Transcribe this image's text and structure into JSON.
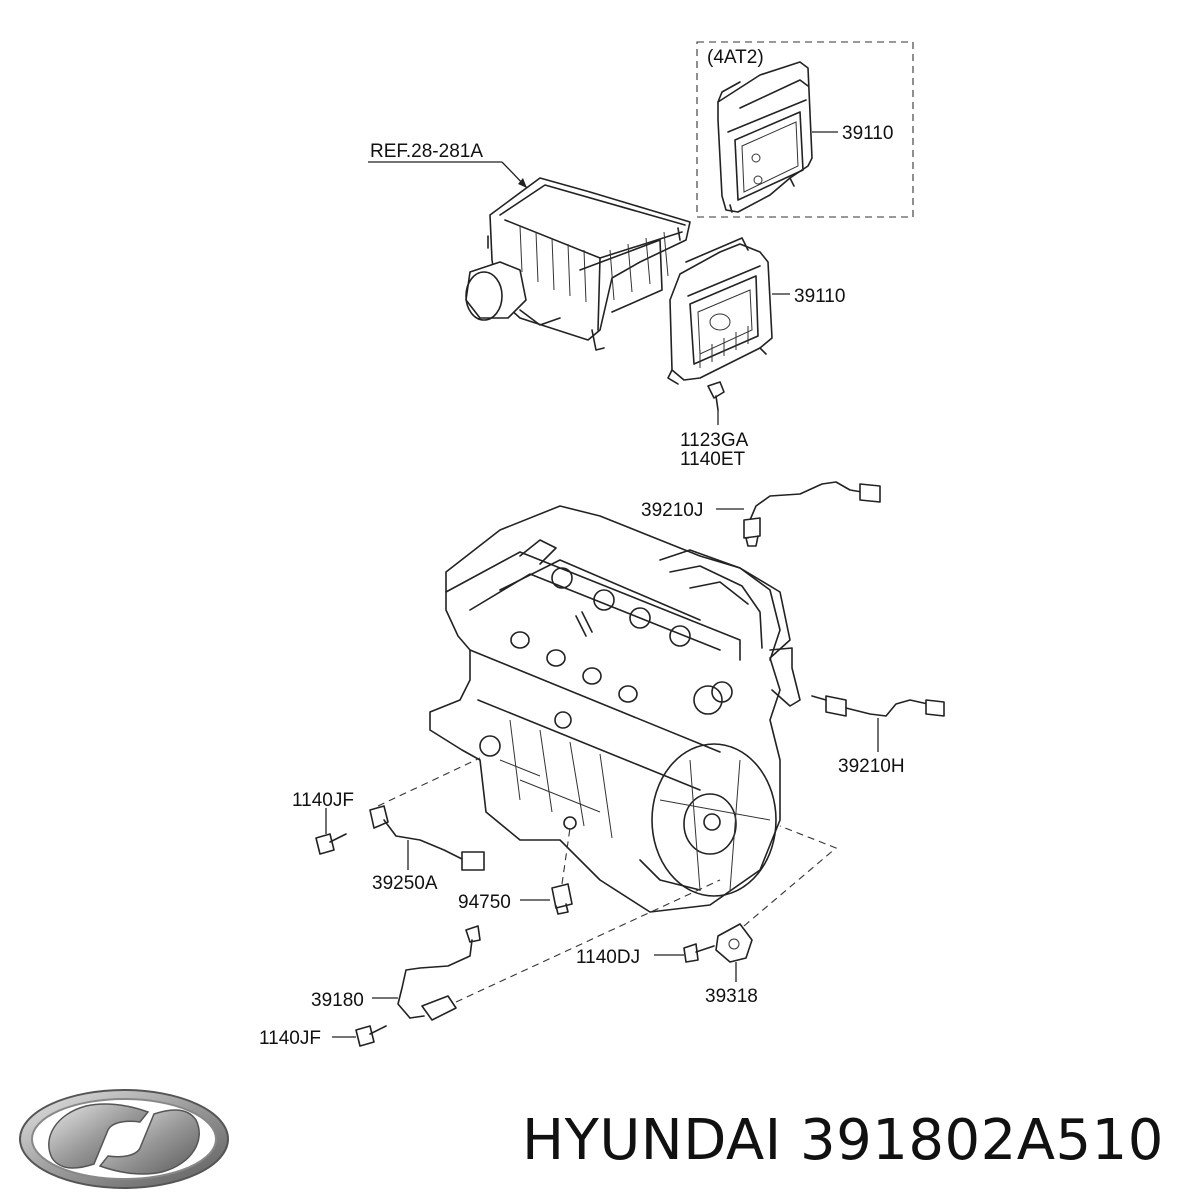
{
  "diagram": {
    "labels": {
      "variant_box": "(4AT2)",
      "ecu_upper": "39110",
      "ecu_lower": "39110",
      "ref_air_cleaner": "REF.28-281A",
      "bolt_1123ga": "1123GA",
      "bolt_1140et": "1140ET",
      "o2_sensor_upper": "39210J",
      "o2_sensor_lower": "39210H",
      "bolt_1140jf_top": "1140JF",
      "knock_sensor": "39250A",
      "oil_pressure_switch": "94750",
      "bolt_1140dj": "1140DJ",
      "cam_position_sensor": "39318",
      "crank_position_sensor": "39180",
      "bolt_1140jf_bottom": "1140JF"
    }
  },
  "footer": {
    "brand": "HYUNDAI",
    "part_number": "391802A510",
    "logo_icon": "hyundai-logo-icon"
  }
}
